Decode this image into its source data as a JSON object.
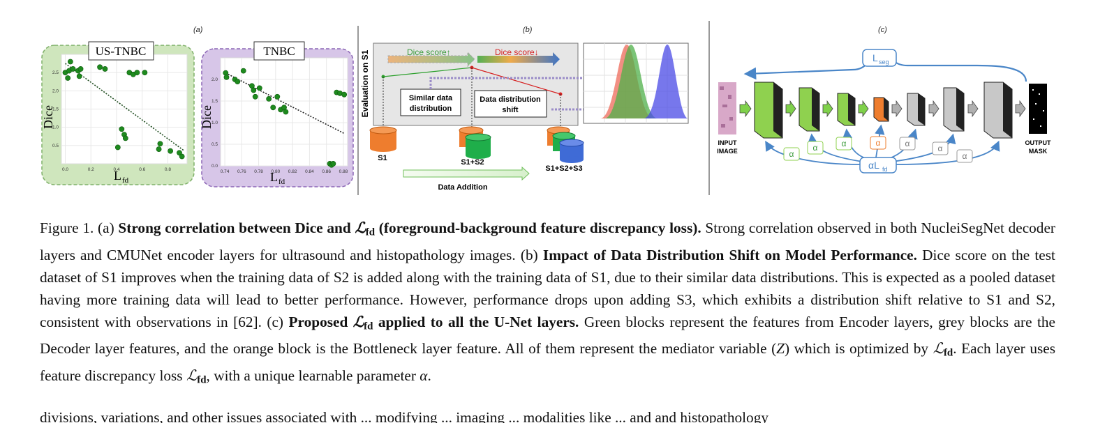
{
  "panel_labels": [
    "(a)",
    "(b)",
    "(c)"
  ],
  "charts": {
    "us_tnbc": {
      "title": "US-TNBC",
      "ylabel": "Dice",
      "xlabel": "L",
      "xlabel_sub": "fd",
      "xticks": [
        "0.0",
        "0.2",
        "0.4",
        "0.6",
        "0.8"
      ],
      "yticks": [
        "0.5",
        "1.0",
        "1.5",
        "2.0",
        "2.5"
      ],
      "colors": {
        "background": "#cfe6bd",
        "border": "#7fb069",
        "point": "#1e8a1e",
        "trend": "#1f4d1f"
      }
    },
    "tnbc": {
      "title": "TNBC",
      "ylabel": "Dice",
      "xlabel": "L",
      "xlabel_sub": "fd",
      "xticks": [
        "0.74",
        "0.76",
        "0.78",
        "0.80",
        "0.82",
        "0.84",
        "0.86",
        "0.88"
      ],
      "yticks": [
        "0.0",
        "0.5",
        "1.0",
        "1.5",
        "2.0"
      ],
      "colors": {
        "background": "#d7c6e8",
        "border": "#8b65b5",
        "point": "#1e8a1e",
        "trend": "#222222"
      }
    }
  },
  "chart_data": [
    {
      "type": "scatter",
      "title": "US-TNBC",
      "xlabel": "Lfd",
      "ylabel": "Dice",
      "xlim": [
        -0.03,
        0.95
      ],
      "ylim": [
        0.0,
        3.0
      ],
      "points": [
        {
          "x": 0.0,
          "y": 2.5
        },
        {
          "x": 0.02,
          "y": 2.35
        },
        {
          "x": 0.03,
          "y": 2.55
        },
        {
          "x": 0.04,
          "y": 2.8
        },
        {
          "x": 0.06,
          "y": 2.6
        },
        {
          "x": 0.1,
          "y": 2.55
        },
        {
          "x": 0.11,
          "y": 2.4
        },
        {
          "x": 0.12,
          "y": 2.6
        },
        {
          "x": 0.27,
          "y": 2.65
        },
        {
          "x": 0.31,
          "y": 2.6
        },
        {
          "x": 0.5,
          "y": 2.5
        },
        {
          "x": 0.53,
          "y": 2.45
        },
        {
          "x": 0.56,
          "y": 2.5
        },
        {
          "x": 0.62,
          "y": 2.5
        },
        {
          "x": 0.44,
          "y": 0.95
        },
        {
          "x": 0.46,
          "y": 0.8
        },
        {
          "x": 0.47,
          "y": 0.7
        },
        {
          "x": 0.41,
          "y": 0.45
        },
        {
          "x": 0.74,
          "y": 0.55
        },
        {
          "x": 0.73,
          "y": 0.4
        },
        {
          "x": 0.82,
          "y": 0.35
        },
        {
          "x": 0.89,
          "y": 0.3
        },
        {
          "x": 0.91,
          "y": 0.2
        }
      ],
      "trend": {
        "x": [
          0.0,
          0.93
        ],
        "y": [
          2.75,
          0.35
        ]
      }
    },
    {
      "type": "scatter",
      "title": "TNBC",
      "xlabel": "Lfd",
      "ylabel": "Dice",
      "xlim": [
        0.735,
        0.885
      ],
      "ylim": [
        0.0,
        2.5
      ],
      "points": [
        {
          "x": 0.741,
          "y": 2.15
        },
        {
          "x": 0.742,
          "y": 2.05
        },
        {
          "x": 0.752,
          "y": 2.0
        },
        {
          "x": 0.755,
          "y": 1.95
        },
        {
          "x": 0.762,
          "y": 2.2
        },
        {
          "x": 0.772,
          "y": 1.85
        },
        {
          "x": 0.774,
          "y": 1.75
        },
        {
          "x": 0.776,
          "y": 1.6
        },
        {
          "x": 0.781,
          "y": 1.8
        },
        {
          "x": 0.792,
          "y": 1.55
        },
        {
          "x": 0.797,
          "y": 1.35
        },
        {
          "x": 0.802,
          "y": 1.6
        },
        {
          "x": 0.806,
          "y": 1.3
        },
        {
          "x": 0.81,
          "y": 1.35
        },
        {
          "x": 0.812,
          "y": 1.25
        },
        {
          "x": 0.864,
          "y": 0.05
        },
        {
          "x": 0.866,
          "y": 0.02
        },
        {
          "x": 0.868,
          "y": 0.05
        },
        {
          "x": 0.872,
          "y": 1.7
        },
        {
          "x": 0.876,
          "y": 1.68
        },
        {
          "x": 0.881,
          "y": 1.65
        }
      ],
      "trend": {
        "x": [
          0.741,
          0.881
        ],
        "y": [
          2.15,
          0.75
        ]
      }
    }
  ],
  "panel_b": {
    "side_label": "Evaluation on S1",
    "dice_up": "Dice score↑",
    "dice_down": "Dice score↓",
    "box_similar": [
      "Similar data",
      "distribution"
    ],
    "box_shift": [
      "Data distribution",
      "shift"
    ],
    "datasets": [
      "S1",
      "S1+S2",
      "S1+S2+S3"
    ],
    "data_addition": "Data Addition",
    "colors": {
      "s1": "#ee7d2e",
      "s2": "#1fae4a",
      "s3": "#3f6bd6",
      "up": "#3a9a3a",
      "down": "#d62020"
    }
  },
  "panel_c": {
    "loss_label": "L",
    "loss_sub": "seg",
    "input_label": [
      "INPUT",
      "IMAGE"
    ],
    "output_label": [
      "OUTPUT",
      "MASK"
    ],
    "alpha": "α",
    "alpha_loss": "αL",
    "alpha_loss_sub": "fd",
    "colors": {
      "encoder": "#8fd14f",
      "bottleneck": "#ee7d2e",
      "decoder": "#c8c8c8",
      "arrow": "#4a86c8"
    }
  },
  "caption": {
    "figure_label": "Figure 1.",
    "a_label": "(a)",
    "a_bold_1": "Strong correlation between Dice and",
    "a_bold_2": "(foreground-background feature discrepancy loss).",
    "a_text": "Strong correlation observed in both NucleiSegNet decoder layers and CMUNet encoder layers for ultrasound and histopathology images.",
    "b_label": "(b)",
    "b_bold": "Impact of Data Distribution Shift on Model Performance.",
    "b_text": "Dice score on the test dataset of S1 improves when the training data of S2 is added along with the training data of S1, due to their similar data distributions. This is expected as a pooled dataset having more training data will lead to better performance. However, performance drops upon adding S3, which exhibits a distribution shift relative to S1 and S2, consistent with observations in [62].",
    "c_label": "(c)",
    "c_bold_1": "Proposed",
    "c_bold_2": "applied to all the U-Net layers.",
    "c_text_1": "Green blocks represent the features from Encoder layers, grey blocks are the Decoder layer features, and the orange block is the Bottleneck layer feature. All of them represent the mediator variable (",
    "c_var": "Z",
    "c_text_2": ") which is optimized by",
    "c_text_3": ". Each layer uses feature discrepancy loss",
    "c_text_4": ", with a unique learnable parameter",
    "c_alpha": "α",
    "c_end": ".",
    "loss_symbol": "ℒ",
    "loss_sub": "fd"
  },
  "cut_line": "divisions, variations, and other issues associated with ... modifying ... imaging ... modalities like ... and and histopathology"
}
